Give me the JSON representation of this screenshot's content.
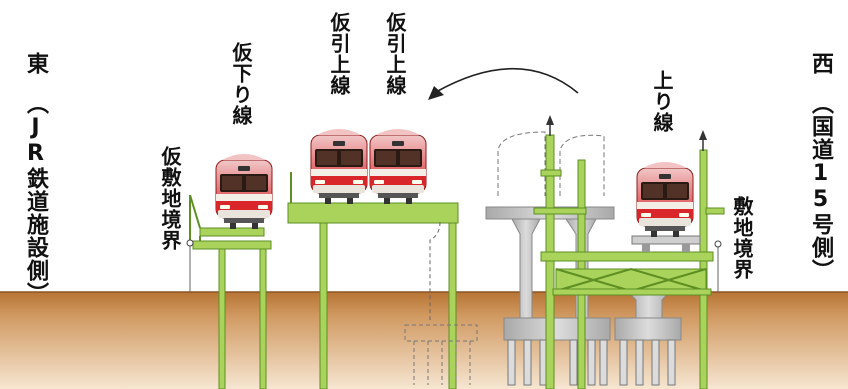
{
  "labels": {
    "east": "東",
    "east_note": "（JR鉄道施設側）",
    "west": "西",
    "west_note": "（国道15号側）",
    "temp_down_line": "仮下り線",
    "temp_up_line_1": "仮引上線",
    "temp_up_line_2": "仮引上線",
    "up_line": "上り線",
    "temp_site_boundary": "仮敷地境界",
    "site_boundary": "敷地境界"
  },
  "colors": {
    "ground": "#c98a4e",
    "ground_light": "#e9c9a4",
    "steel_green": "#a9d35a",
    "steel_dark": "#5d8f24",
    "concrete": "#c8c8c8",
    "train_red": "#d8262b",
    "train_cream": "#f3eee6"
  }
}
